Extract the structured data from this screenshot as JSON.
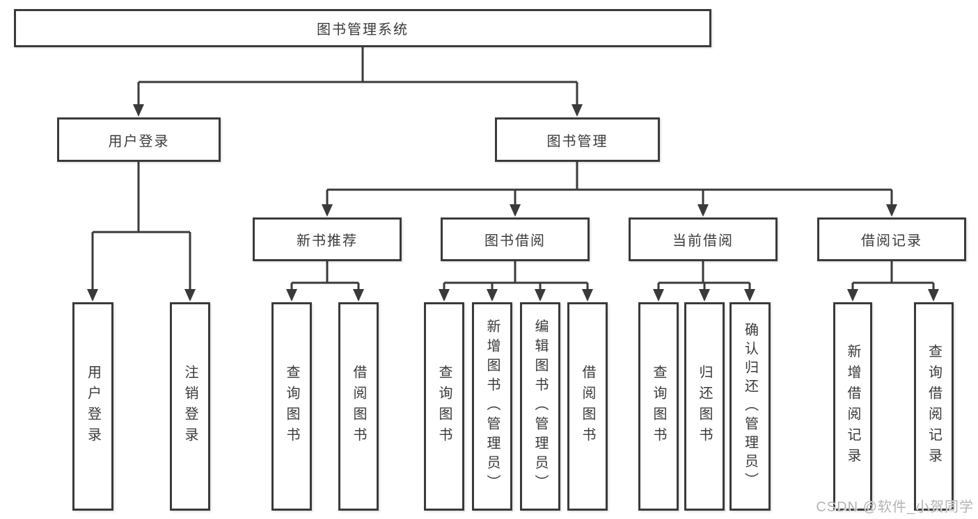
{
  "diagram": {
    "root": "图书管理系统",
    "level2": {
      "user_login": "用户登录",
      "book_management": "图书管理"
    },
    "level3": {
      "new_book_recommend": "新书推荐",
      "book_borrow": "图书借阅",
      "current_borrow": "当前借阅",
      "borrow_record": "借阅记录"
    },
    "leaves": {
      "user_login": [
        "用户登录",
        "注销登录"
      ],
      "new_book_recommend": [
        "查询图书",
        "借阅图书"
      ],
      "book_borrow": [
        "查询图书",
        "新增图书（管理员）",
        "编辑图书（管理员）",
        "借阅图书"
      ],
      "current_borrow": [
        "查询图书",
        "归还图书",
        "确认归还（管理员）"
      ],
      "borrow_record": [
        "新增借阅记录",
        "查询借阅记录"
      ]
    }
  },
  "watermark": "CSDN @软件_小贺同学",
  "colors": {
    "line": "#3a3a3a",
    "text": "#3a3a3a",
    "box_background": "#ffffff",
    "page_background": "#ffffff",
    "watermark": "#b3b3b3"
  }
}
